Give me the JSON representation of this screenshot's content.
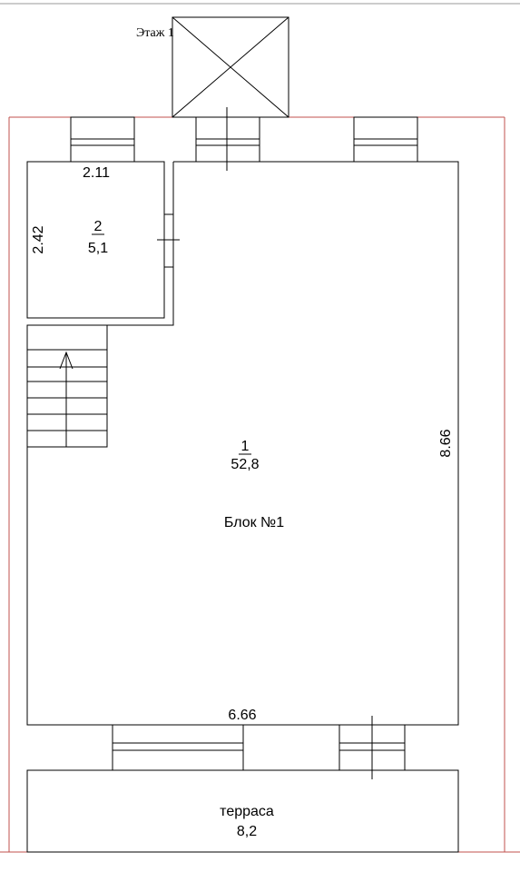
{
  "floor_label": "Этаж 1",
  "rooms": [
    {
      "number": "1",
      "area": "52,8",
      "name": "Блок №1"
    },
    {
      "number": "2",
      "area": "5,1"
    },
    {
      "name": "терраса",
      "area": "8,2"
    }
  ],
  "dimensions": {
    "room2_width": "2.11",
    "room2_height": "2.42",
    "room1_width": "6.66",
    "room1_height": "8.66"
  },
  "colors": {
    "outline": "#c0504d",
    "walls": "#000000"
  }
}
